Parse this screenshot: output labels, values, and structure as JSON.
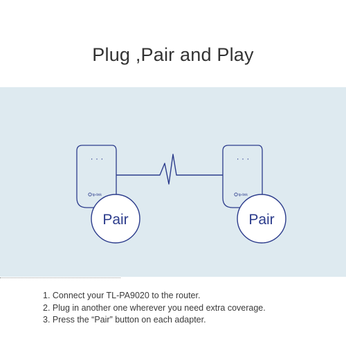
{
  "title": "Plug ,Pair and Play",
  "colors": {
    "panel_background": "#deeaf0",
    "line_color": "#2c3c8c",
    "text_color": "#333333"
  },
  "adapters": [
    {
      "button_label": "Pair",
      "indicator_dots": "· · ·",
      "brand_logo_text": "tp-link",
      "icon": "powerline-adapter-icon"
    },
    {
      "button_label": "Pair",
      "indicator_dots": "· · ·",
      "brand_logo_text": "tp-link",
      "icon": "powerline-adapter-icon"
    }
  ],
  "connection_icon": "signal-wave-icon",
  "steps": [
    "1. Connect your TL-PA9020 to the router.",
    "2. Plug in another one wherever you need extra coverage.",
    "3. Press the “Pair” button on each adapter."
  ]
}
